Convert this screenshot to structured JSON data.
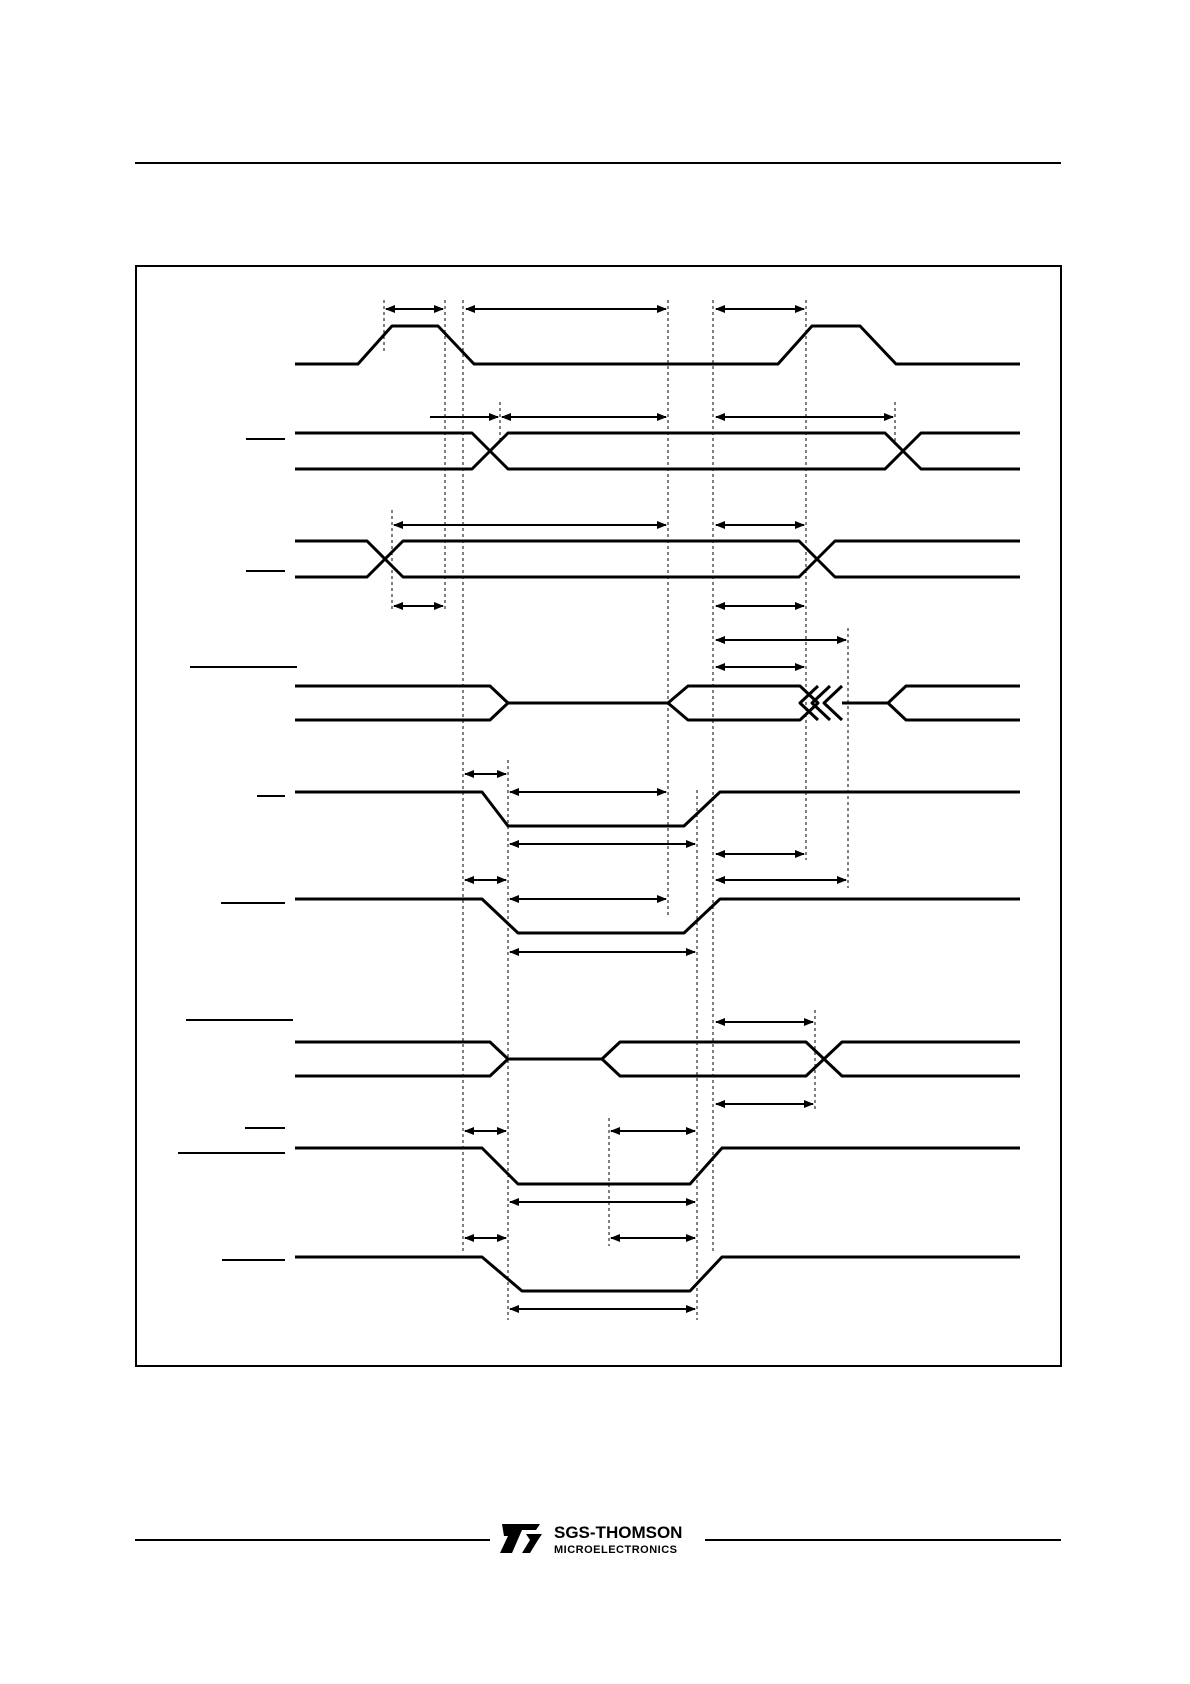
{
  "footer": {
    "brand_name": "SGS-THOMSON",
    "brand_sub": "MICROELECTRONICS"
  },
  "diagram": {
    "signal_count": 9,
    "signal_labels": [
      "",
      "",
      "",
      "",
      "",
      "",
      "",
      "",
      ""
    ]
  },
  "colors": {
    "ink": "#000000",
    "paper": "#ffffff"
  }
}
